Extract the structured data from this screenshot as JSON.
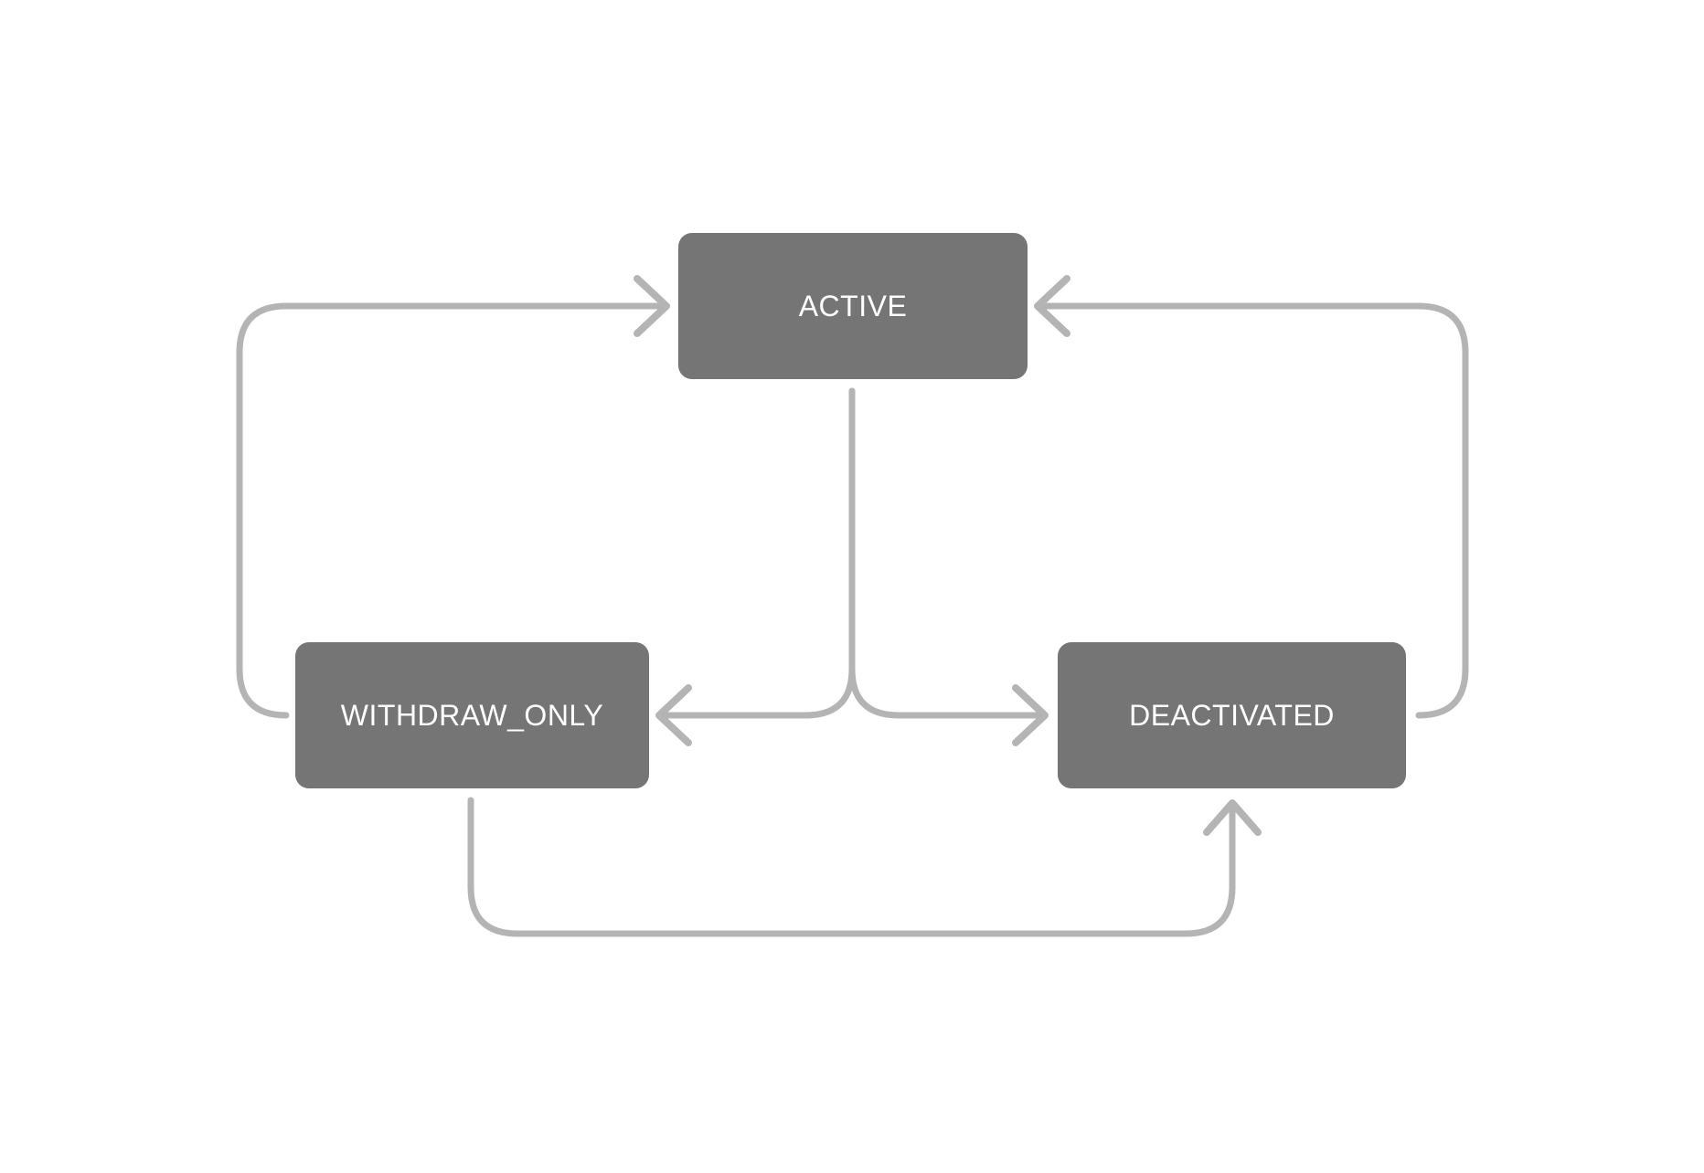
{
  "diagram": {
    "type": "state-diagram",
    "colors": {
      "background": "#ffffff",
      "node_fill": "#757575",
      "node_text": "#ffffff",
      "edge": "#b4b4b4"
    },
    "nodes": [
      {
        "id": "active",
        "label": "ACTIVE"
      },
      {
        "id": "withdraw_only",
        "label": "WITHDRAW_ONLY"
      },
      {
        "id": "deactivated",
        "label": "DEACTIVATED"
      }
    ],
    "edges": [
      {
        "from": "withdraw_only",
        "to": "active"
      },
      {
        "from": "deactivated",
        "to": "active"
      },
      {
        "from": "active",
        "to": "withdraw_only"
      },
      {
        "from": "active",
        "to": "deactivated"
      },
      {
        "from": "withdraw_only",
        "to": "deactivated"
      }
    ]
  }
}
